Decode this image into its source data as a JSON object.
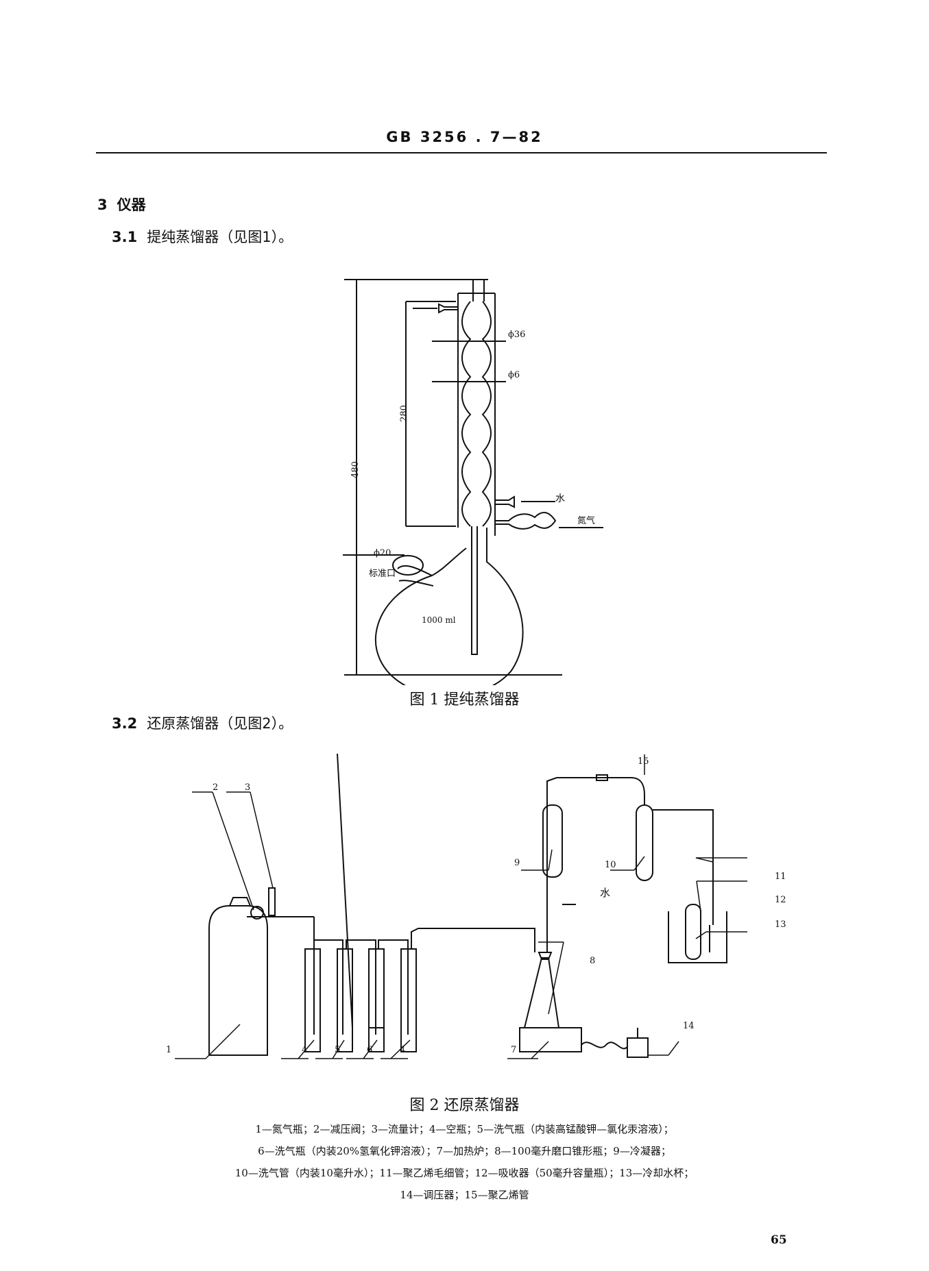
{
  "header": {
    "standard_no": "GB 3256 . 7—82"
  },
  "sections": {
    "s3": {
      "num": "3",
      "title": "仪器"
    },
    "s31": {
      "num": "3.1",
      "text": "提纯蒸馏器（见图1）。"
    },
    "s32": {
      "num": "3.2",
      "text": "还原蒸馏器（见图2）。"
    }
  },
  "figure1": {
    "caption": "图 1   提纯蒸馏器",
    "labels": {
      "d36": "ϕ36",
      "d6": "ϕ6",
      "len280": "280",
      "len480": "480",
      "water": "水",
      "nitrogen": "氮气",
      "d20": "ϕ20",
      "std_port": "标准口",
      "volume": "1000 ml"
    }
  },
  "figure2": {
    "caption": "图 2   还原蒸馏器",
    "numbers": [
      "1",
      "2",
      "3",
      "4",
      "5",
      "6",
      "4",
      "7",
      "8",
      "9",
      "10",
      "11",
      "12",
      "13",
      "14",
      "15"
    ],
    "water": "水",
    "legend": [
      "1—氮气瓶；2—减压阀；3—流量计；4—空瓶；5—洗气瓶（内装高锰酸钾—氯化汞溶液）；",
      "6—洗气瓶（内装20%氢氧化钾溶液）；7—加热炉；8—100毫升磨口锥形瓶；9—冷凝器；",
      "10—洗气管（内装10毫升水）；11—聚乙烯毛细管；12—吸收器（50毫升容量瓶）；13—冷却水杯；",
      "14—调压器；15—聚乙烯管"
    ]
  },
  "page_number": "65"
}
